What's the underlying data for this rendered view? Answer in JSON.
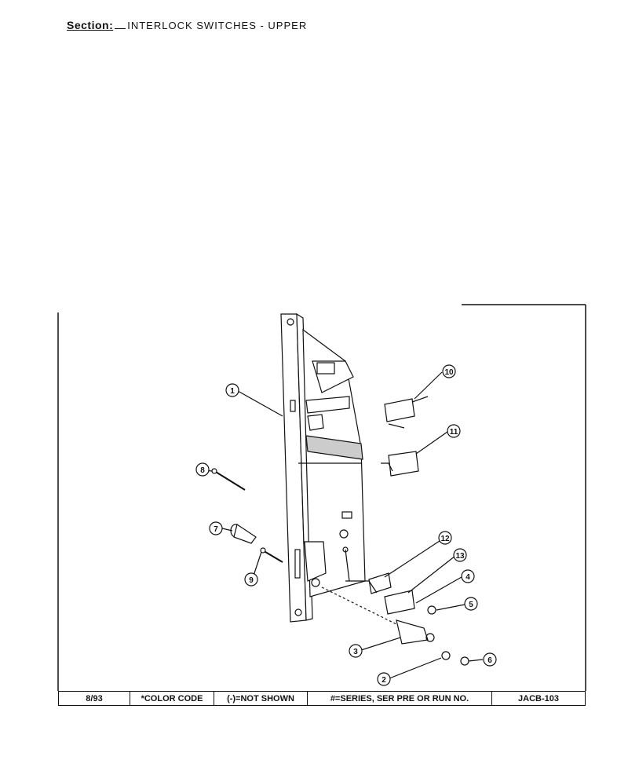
{
  "header": {
    "section_label": "Section:",
    "section_title": "INTERLOCK SWITCHES - UPPER"
  },
  "callouts": [
    "1",
    "2",
    "3",
    "4",
    "5",
    "6",
    "7",
    "8",
    "9",
    "10",
    "11",
    "12",
    "13"
  ],
  "footer": {
    "date": "8/93",
    "color_code": "*COLOR CODE",
    "not_shown": "(-)=NOT SHOWN",
    "series": "#=SERIES, SER PRE OR RUN NO.",
    "page_code": "JACB-103"
  }
}
